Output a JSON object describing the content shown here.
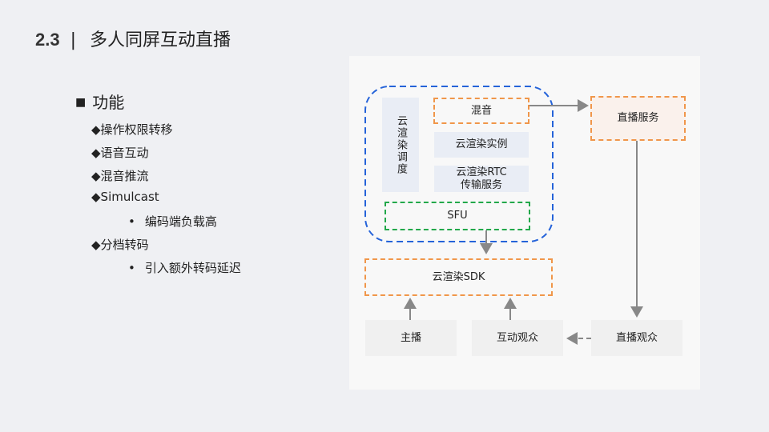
{
  "header": {
    "number": "2.3",
    "separator": "|",
    "title": "多人同屏互动直播"
  },
  "outline": {
    "heading": "功能",
    "items": [
      {
        "label": "操作权限转移"
      },
      {
        "label": "语音互动"
      },
      {
        "label": "混音推流"
      },
      {
        "label": "Simulcast",
        "sub": "编码端负载高"
      },
      {
        "label": "分档转码",
        "sub": "引入额外转码延迟"
      }
    ]
  },
  "diagram": {
    "scheduler": "云渲染调度",
    "mixer": "混音",
    "instance": "云渲染实例",
    "rtc": "云渲染RTC\n传输服务",
    "sfu": "SFU",
    "sdk": "云渲染SDK",
    "live_service": "直播服务",
    "anchor": "主播",
    "interactive_audience": "互动观众",
    "live_audience": "直播观众",
    "colors": {
      "cloud_group": "#2563d9",
      "sfu": "#22a84a",
      "orange": "#f0964a",
      "arrow": "#888888"
    }
  }
}
